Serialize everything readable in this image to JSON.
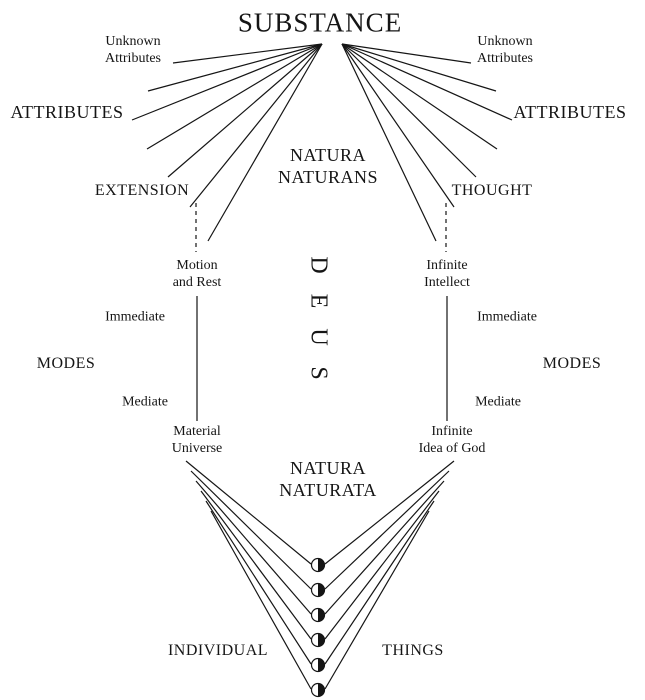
{
  "diagram": {
    "title": "SUBSTANCE",
    "natura_naturans": {
      "line1": "NATURA",
      "line2": "NATURANS"
    },
    "natura_naturata": {
      "line1": "NATURA",
      "line2": "NATURATA"
    },
    "deus": {
      "letters": [
        "D",
        "E",
        "U",
        "S"
      ]
    },
    "left": {
      "unknown_attributes": {
        "line1": "Unknown",
        "line2": "Attributes"
      },
      "attributes": "ATTRIBUTES",
      "extension": "EXTENSION",
      "motion_and_rest": {
        "line1": "Motion",
        "line2": "and Rest"
      },
      "immediate": "Immediate",
      "modes": "MODES",
      "mediate": "Mediate",
      "material_universe": {
        "line1": "Material",
        "line2": "Universe"
      }
    },
    "right": {
      "unknown_attributes": {
        "line1": "Unknown",
        "line2": "Attributes"
      },
      "attributes": "ATTRIBUTES",
      "thought": "THOUGHT",
      "infinite_intellect": {
        "line1": "Infinite",
        "line2": "Intellect"
      },
      "immediate": "Immediate",
      "modes": "MODES",
      "mediate": "Mediate",
      "infinite_idea_of_god": {
        "line1": "Infinite",
        "line2": "Idea of God"
      }
    },
    "bottom": {
      "individual": "INDIVIDUAL",
      "things": "THINGS"
    },
    "colors": {
      "ink": "#151515",
      "background": "#ffffff"
    }
  }
}
